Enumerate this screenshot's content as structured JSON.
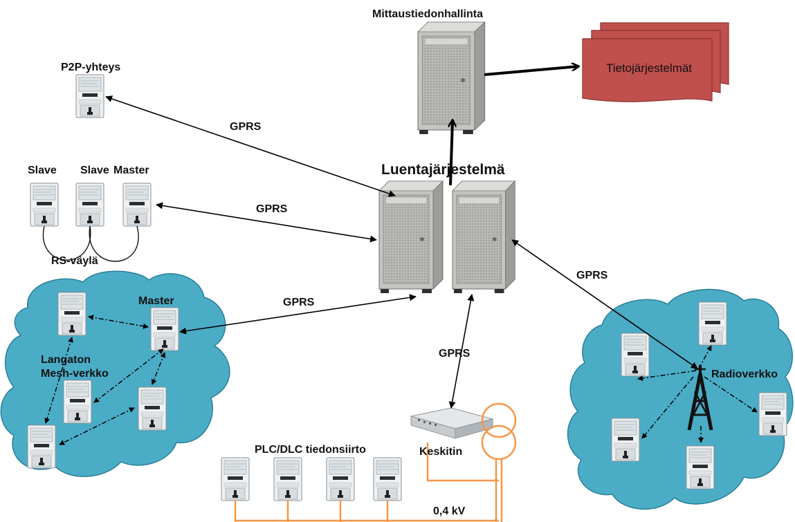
{
  "labels": {
    "meter_data_management": "Mittaustiedonhallinta",
    "information_systems": "Tietojärjestelmät",
    "p2p_connection": "P2P-yhteys",
    "reading_system": "Luentajärjestelmä",
    "slave_1": "Slave",
    "slave_2": "Slave",
    "master_rs": "Master",
    "rs_bus": "RS-väylä",
    "master_mesh": "Master",
    "wireless": "Langaton",
    "mesh_network": "Mesh-verkko",
    "radio_network": "Radioverkko",
    "plc_dlc": "PLC/DLC tiedonsiirto",
    "concentrator": "Keskitin",
    "voltage": "0,4 kV"
  },
  "link_labels": {
    "gprs_p2p": "GPRS",
    "gprs_rs": "GPRS",
    "gprs_mesh": "GPRS",
    "gprs_radio": "GPRS",
    "gprs_concentrator": "GPRS"
  },
  "colors": {
    "cloud_fill": "#4bacc6",
    "cloud_stroke": "#2a7f98",
    "info_system_fill": "#c0504d",
    "info_system_stroke": "#8c3230",
    "power_line": "#f79646",
    "arrow": "#000000"
  },
  "icons": {
    "meter": "electricity-meter-icon",
    "server": "server-tower-icon",
    "router": "concentrator-router-icon",
    "tower": "radio-mast-icon",
    "transformer": "transformer-icon"
  }
}
